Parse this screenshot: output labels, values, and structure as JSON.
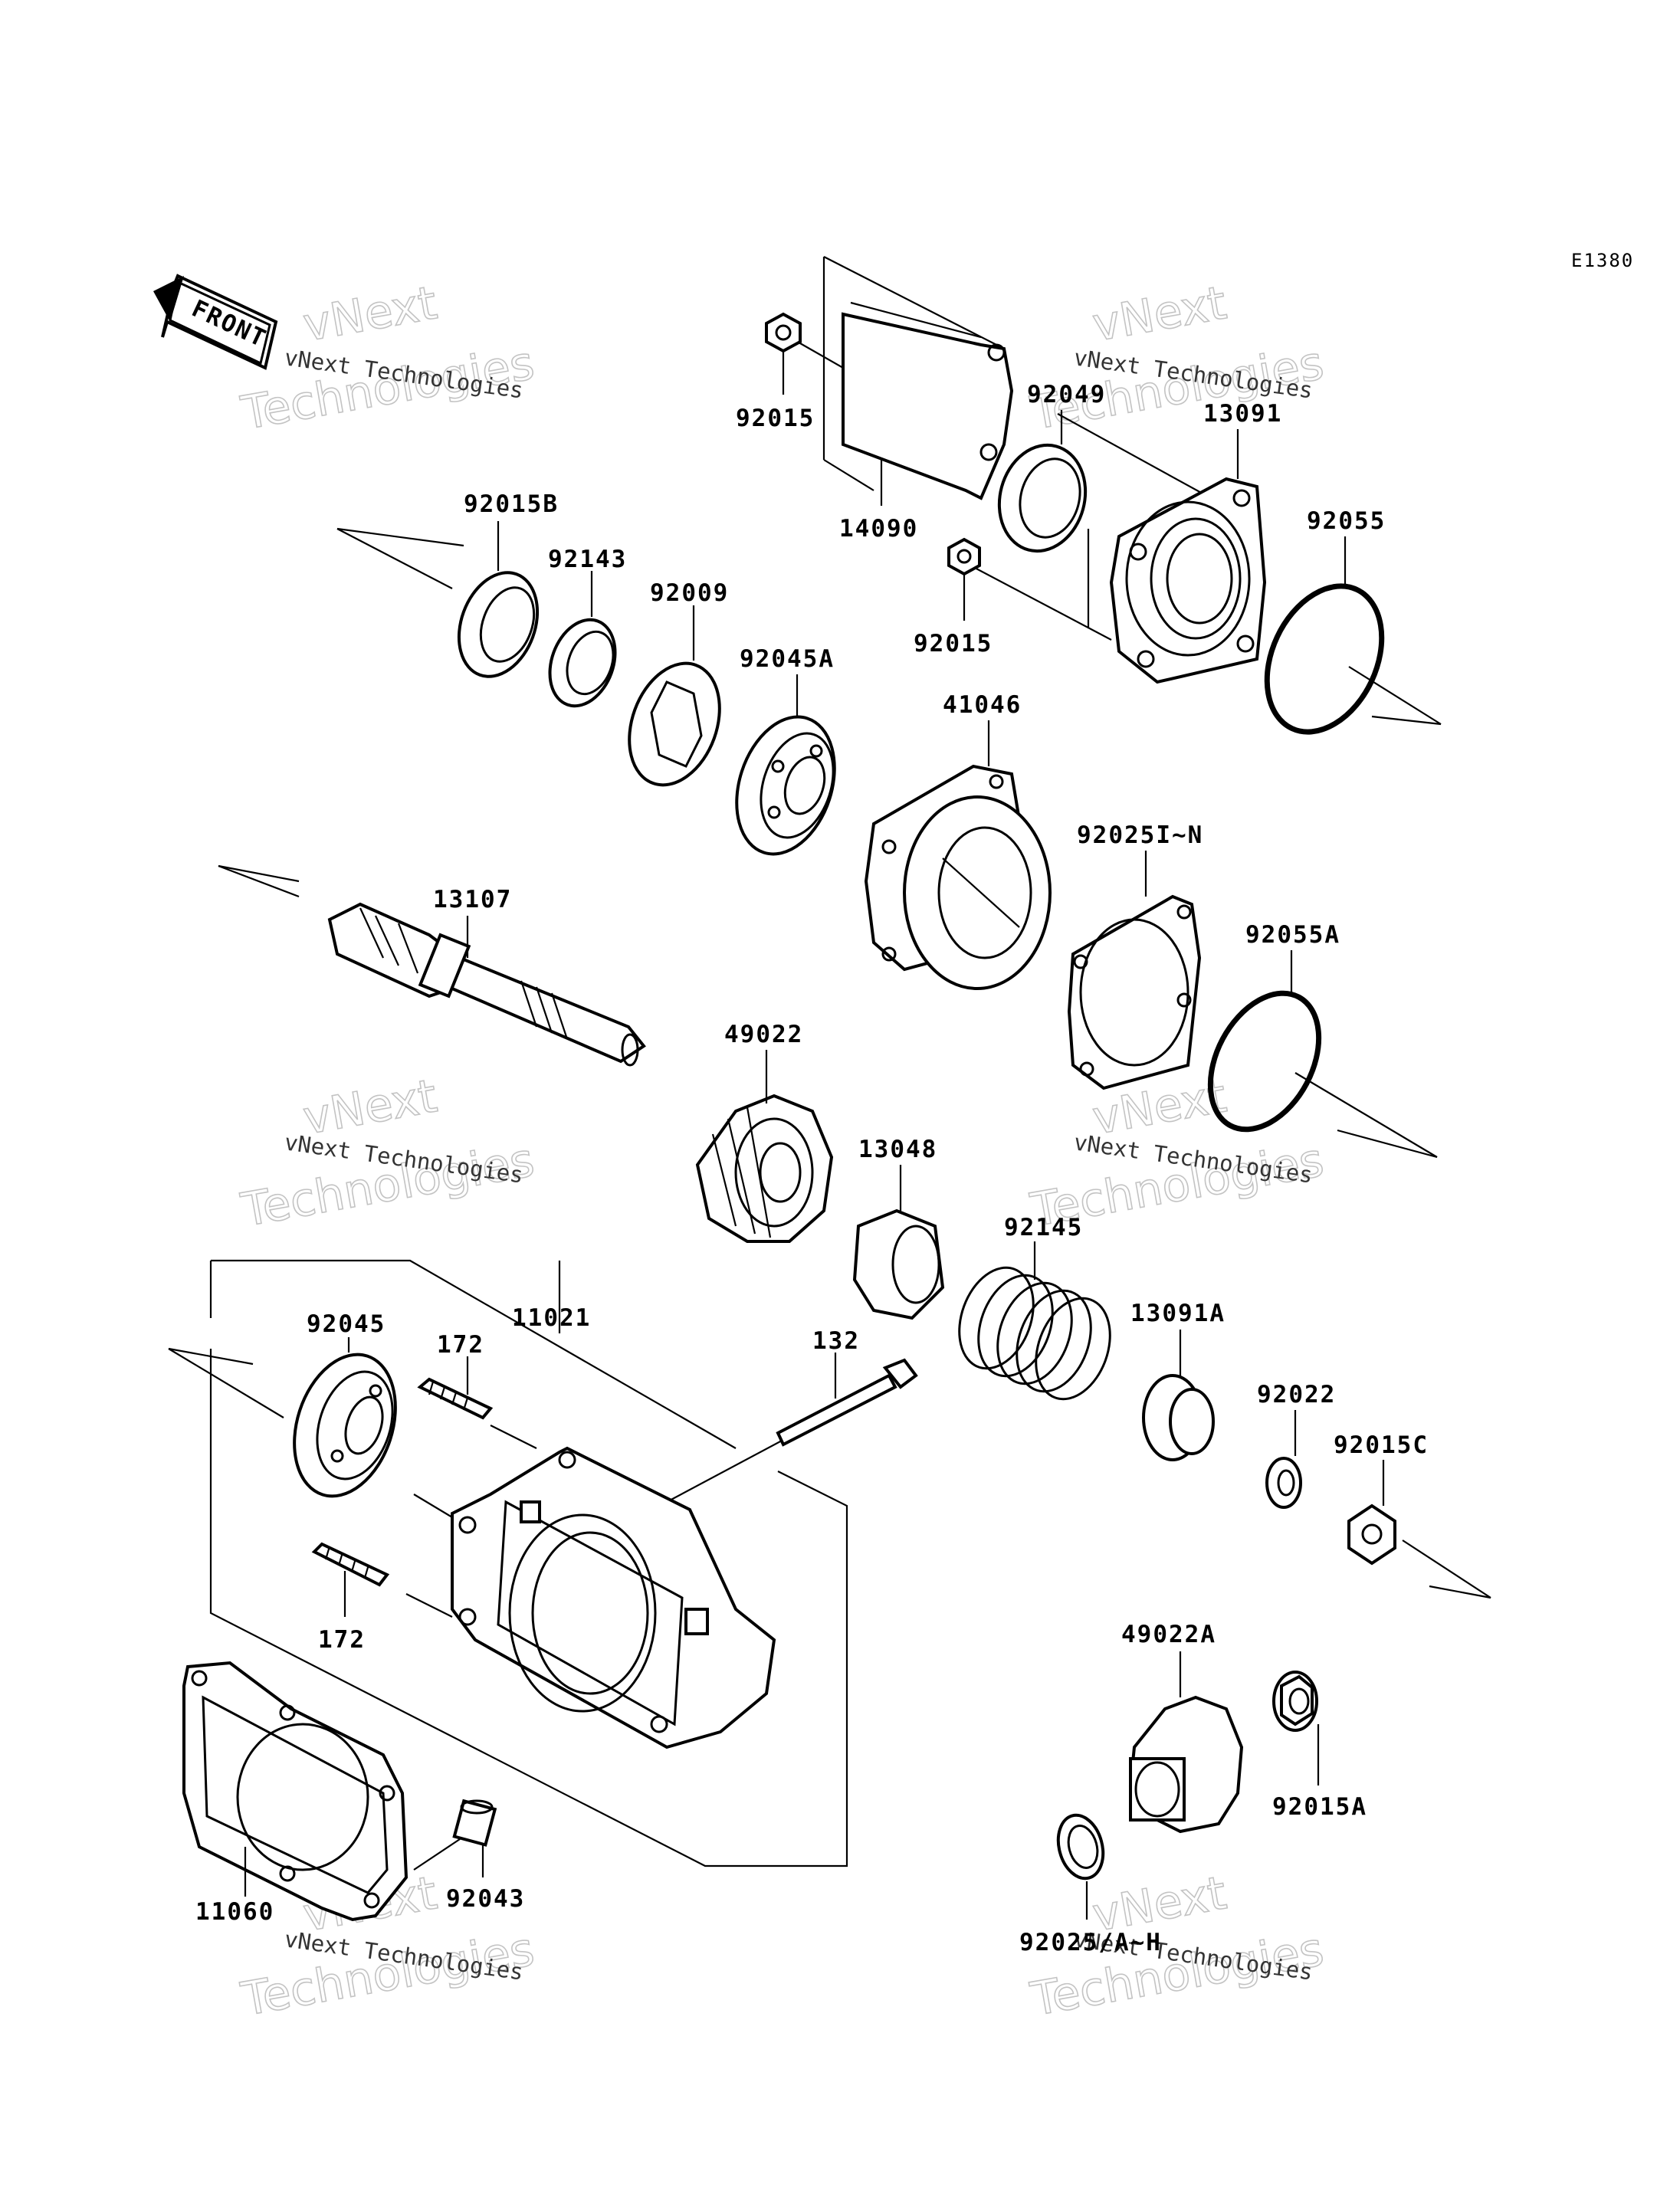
{
  "diagram_code": "E1380",
  "front_label": "FRONT",
  "watermark_small": "vNext Technologies",
  "watermark_big_1": "vNext",
  "watermark_big_2": "Technologies",
  "parts": {
    "p92015_top": "92015",
    "p14090": "14090",
    "p92049": "92049",
    "p13091": "13091",
    "p92055": "92055",
    "p92015_mid": "92015",
    "p92015B": "92015B",
    "p92143": "92143",
    "p92009": "92009",
    "p92045A": "92045A",
    "p41046": "41046",
    "p92025IN": "92025I~N",
    "p13107": "13107",
    "p92055A": "92055A",
    "p49022": "49022",
    "p13048": "13048",
    "p92145": "92145",
    "p13091A": "13091A",
    "p11021": "11021",
    "p92045": "92045",
    "p172_top": "172",
    "p132": "132",
    "p92022": "92022",
    "p92015C": "92015C",
    "p172_bot": "172",
    "p49022A": "49022A",
    "p92015A": "92015A",
    "p11060": "11060",
    "p92043": "92043",
    "p92025AH": "92025/A~H"
  }
}
